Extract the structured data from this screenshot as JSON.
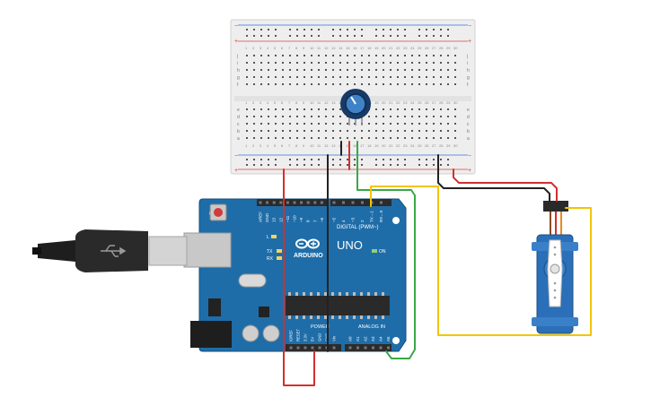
{
  "arduino": {
    "brand": "ARDUINO",
    "model": "UNO",
    "digital_label": "DIGITAL (PWM~)",
    "analog_label": "ANALOG IN",
    "power_label": "POWER",
    "on_label": "ON",
    "led_l": "L",
    "led_tx": "TX",
    "led_rx": "RX",
    "digital_pins": [
      "AREF",
      "GND",
      "13",
      "12",
      "~11",
      "~10",
      "~9",
      "8",
      "7",
      "~6",
      "~5",
      "4",
      "~3",
      "2",
      "TX→1",
      "RX←0"
    ],
    "power_pins": [
      "IOREF",
      "RESET",
      "3.3V",
      "5V",
      "GND",
      "GND",
      "Vin"
    ],
    "analog_pins": [
      "A0",
      "A1",
      "A2",
      "A3",
      "A4",
      "A5"
    ]
  },
  "breadboard": {
    "rail_plus": "+",
    "rail_minus": "−",
    "row_letters_top": [
      "j",
      "i",
      "h",
      "g",
      "f"
    ],
    "row_letters_bottom": [
      "e",
      "d",
      "c",
      "b",
      "a"
    ],
    "column_numbers": [
      "1",
      "2",
      "3",
      "4",
      "5",
      "6",
      "7",
      "8",
      "9",
      "10",
      "11",
      "12",
      "13",
      "14",
      "15",
      "16",
      "17",
      "18",
      "19",
      "20",
      "21",
      "22",
      "23",
      "24",
      "25",
      "26",
      "27",
      "28",
      "29",
      "30"
    ]
  },
  "colors": {
    "board_blue": "#1f6da8",
    "wire_red": "#d32f2f",
    "wire_black": "#222222",
    "wire_green": "#3aa845",
    "wire_yellow": "#f2c500",
    "breadboard": "#f2f2f2",
    "servo_blue": "#2a6fb7"
  }
}
